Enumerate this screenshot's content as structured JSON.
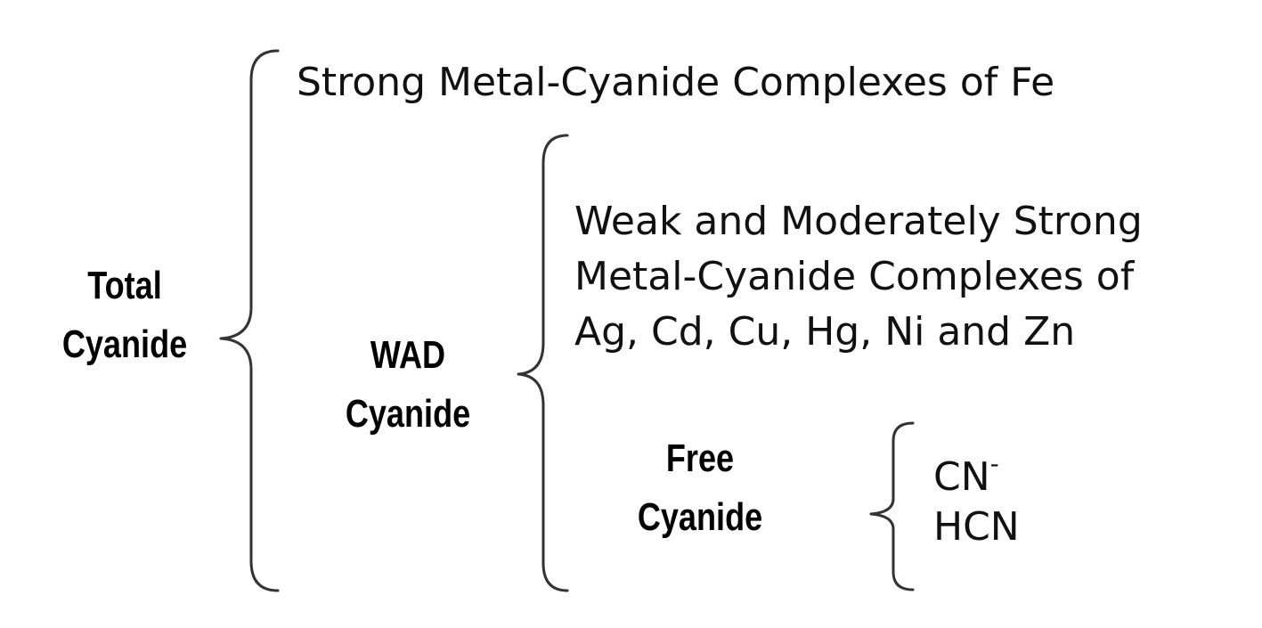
{
  "total": {
    "label_line1": "Total",
    "label_line2": "Cyanide"
  },
  "strong": {
    "text": "Strong Metal-Cyanide Complexes of Fe"
  },
  "wad": {
    "label_line1": "WAD",
    "label_line2": "Cyanide",
    "desc_line1": "Weak and Moderately Strong",
    "desc_line2": "Metal-Cyanide Complexes of",
    "desc_line3": "Ag, Cd, Cu, Hg, Ni and Zn"
  },
  "free": {
    "label_line1": "Free",
    "label_line2": "Cyanide",
    "species": [
      {
        "formula": "CN",
        "charge": "-"
      },
      {
        "formula": "HCN",
        "charge": ""
      }
    ]
  }
}
